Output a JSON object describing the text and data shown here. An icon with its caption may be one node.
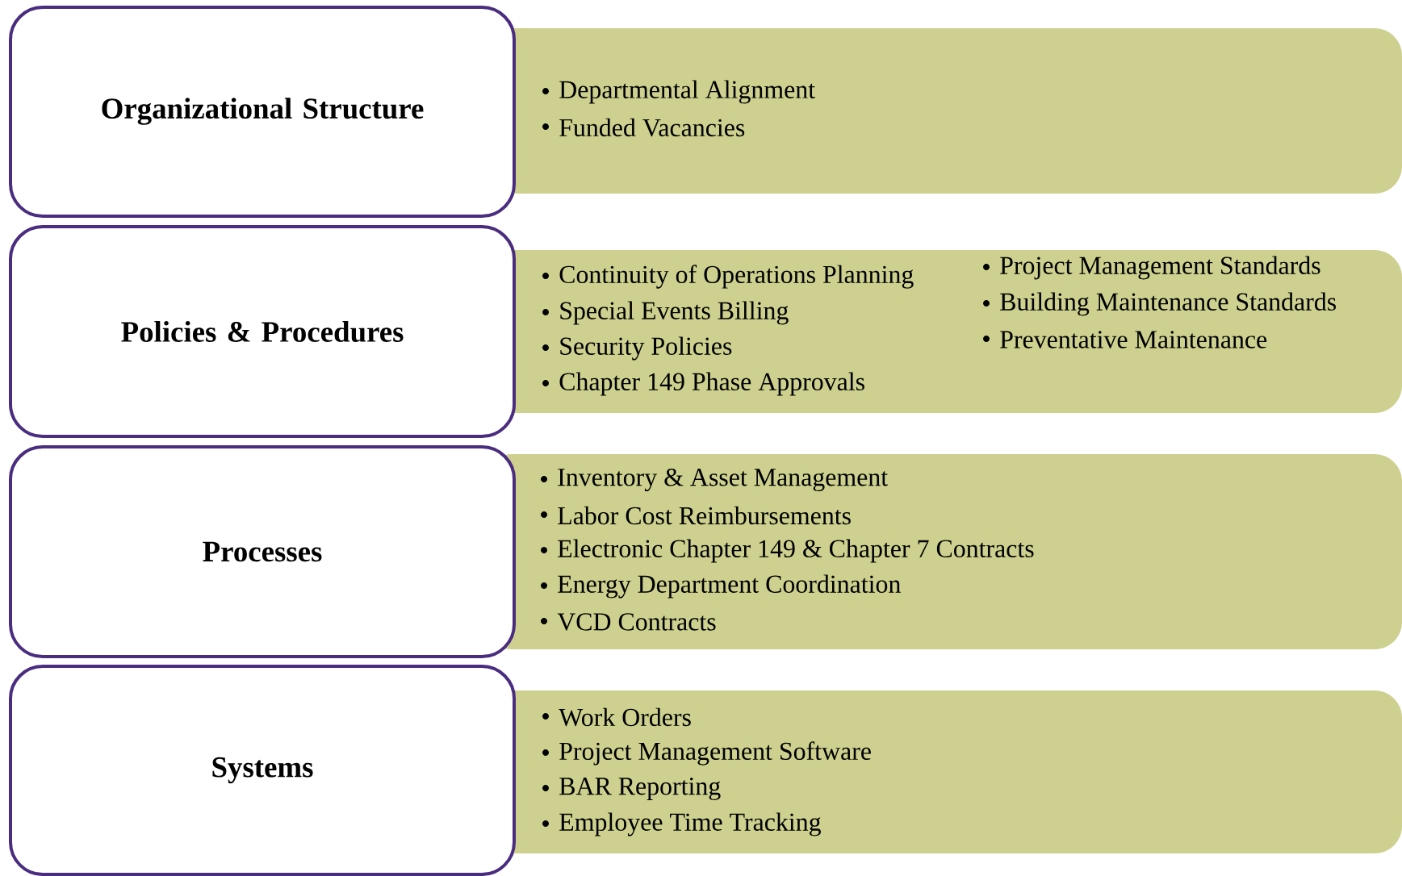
{
  "diagram": {
    "nodes": [
      {
        "text": [
          "Organizational Structure"
        ]
      },
      {
        "text": [
          "Departmental Alignment",
          "Funded Vacancies"
        ]
      },
      {
        "text": [
          "Policies & Procedures"
        ]
      },
      {
        "text": [
          "Continuity of Operations Planning",
          "Special Events Billing",
          "Security Policies",
          "Chapter 149 Phase Approvals",
          "Project Management Standards",
          "Building Maintenance Standards",
          "Preventative Maintenance"
        ]
      },
      {
        "text": [
          "Processes"
        ]
      },
      {
        "text": [
          "Inventory & Asset Management",
          "Labor Cost Reimbursements",
          "Electronic Chapter 149 & Chapter 7 Contracts",
          "Energy Department Coordination",
          "VCD Contracts"
        ]
      },
      {
        "text": [
          "Systems"
        ]
      },
      {
        "text": [
          "Work Orders",
          "Project Management Software",
          "BAR Reporting",
          "Employee Time Tracking"
        ]
      }
    ]
  }
}
